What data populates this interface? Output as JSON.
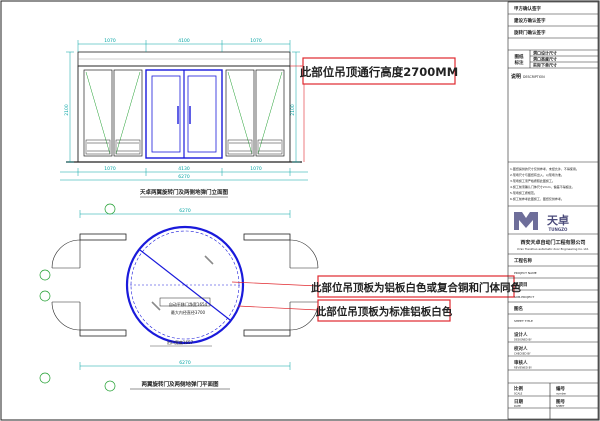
{
  "colors": {
    "door": "#1a1adb",
    "dim": "#00a3a3",
    "callout": "#e0282e",
    "line": "#222222",
    "green": "#1e9e2e",
    "grey": "#8a8a8a"
  },
  "callouts": {
    "ceiling_height": "此部位吊顶通行高度2700MM",
    "ceiling_panel_a": "此部位吊顶板为铝板白色或复合铜和门体同色",
    "ceiling_panel_b": "此部位吊顶板为标准铝板白色"
  },
  "drawing": {
    "elevation_title": "天卓两翼旋转门及两侧地弹门立面图",
    "plan_title": "两翼旋转门及两侧地弹门平面图",
    "dim_total_top": "4100",
    "dim_left_top": "1070",
    "dim_right_top": "1070",
    "dim_side_left": "2100",
    "dim_side_right": "2100",
    "dim_total_bottom": "6270",
    "dim_left_bottom": "1070",
    "dim_right_bottom": "1070",
    "dim_mid_bottom": "4130",
    "plan_top_dim": "6270",
    "plan_bottom_dim": "6270",
    "plan_inner_a": "自动平移门净宽1654",
    "plan_inner_b": "最大内径直径3700",
    "plan_inner_c": "出口宽度1657"
  },
  "title_block": {
    "approval_rows": [
      "甲方确认签字",
      "建设方确认签字",
      "旋转门确认签字"
    ],
    "dim_group": "图纸",
    "dim_group_b": "标注",
    "dim_rows": [
      "洞口设计尺寸",
      "洞口高度尺寸",
      "实际下单尺寸"
    ],
    "description_cn": "说明",
    "description_en": "DESCRIPTION",
    "notes": [
      "1.图纸提供的尺寸仅供参考，未经允许，不得使用。",
      "2.现场尺寸与图纸有出入，以现场为准。",
      "3.现场施工须严格按照此图施工。",
      "4.施工前须确认门体尺寸2mm，偏差不得超过。",
      "5.现场施工按规范。",
      "6.施工前参考此图施工，图纸仅供参考。"
    ],
    "logo_text": "天卓",
    "logo_sub": "TUNGZO",
    "company_cn": "西安天卓自动门工程有限公司",
    "company_en": "Xi'an Tianzhuo automatic door Engineering Co. Ltd.",
    "project_label_cn": "工程名称",
    "project_label_en": "PROJECT NAME",
    "sub_project_cn": "子项目",
    "sub_project_en": "SUB-PROJECT",
    "drawing_name_cn": "图名",
    "drawing_name_en": "SHEET TITLE",
    "designer_cn": "设计人",
    "designer_en": "DESIGNED BY",
    "checker_cn": "校对人",
    "checker_en": "CHECKED BY",
    "reviewer_cn": "审核人",
    "reviewer_en": "REVIEWED BY",
    "scale_cn": "比例",
    "scale_en": "SCALE",
    "number_cn": "编号",
    "number_en": "number",
    "date_cn": "日期",
    "date_en": "DATE",
    "sheet_cn": "图号",
    "sheet_en": "SHEET"
  }
}
